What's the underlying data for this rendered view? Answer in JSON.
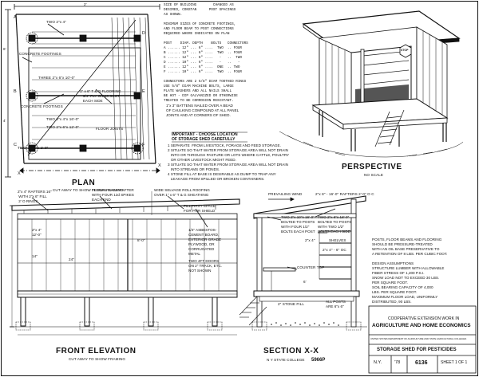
{
  "views": {
    "plan": {
      "title": "PLAN",
      "subtitle": "CUT AWAY TO SHOW FLOOR FRAMING"
    },
    "perspective": {
      "title": "PERSPECTIVE",
      "subtitle": "NO SCALE",
      "sign": "STOP"
    },
    "front_elevation": {
      "title": "FRONT ELEVATION",
      "subtitle": "CUT AWAY TO SHOW FRAMING"
    },
    "section": {
      "title": "SECTION X-X",
      "subtitle": "N Y STATE COLLEGE",
      "code": "5966P"
    }
  },
  "plan_labels": {
    "dim_a": "A",
    "dim_b": "B",
    "dim_c": "C",
    "dim_d": "D",
    "dim_e": "E",
    "dim_f": "F",
    "dim_x1": "X",
    "dim_x2": "X",
    "two_by_four": "TWO 2\"x 4\"",
    "concrete_footings": "CONCRETE FOOTINGS",
    "three_2x6": "THREE 2\"x 6\"x 10'-0\"",
    "two_2x6": "TWO 2\"x 6\"x 1'-0\"",
    "tg_flooring": "1\" x 6\" T & G FLOORING\n   3/4\" PLY ON 16 SCOT\n   EACH SIDE",
    "two_2x4_16": "TWO 2\"x 4\"x 16'-0\"",
    "two_2x6_12": "TWO 2\"x 6\"x 12'-0\"",
    "floor_joists": "FLOOR JOISTS",
    "dim_6": "6'",
    "dim_4": "4'",
    "dim_2": "2'"
  },
  "spec_note": "SIZE OF BUILDING        CHANGED AS\nDESIRED, CONSTAN      POST SPACINGS\nAS SHOWN.\n\nMINIMUM SIZES OF CONCRETE FOOTINGS,\nAND FLOOR BEAM TO POST CONNECTIONS\nREQUIRED WHERE INDICATED ON PLAN\n\nPOST    DIAM. DEPTH    BOLTS   CONNECTORS\nA ...... 12\" ... 6\" ....  TWO  .. FOUR\nB ...... 12\" ... 6\" ....  TWO  .. FOUR\nC ...... 12\" ... 6\" ....   -   ..  TWO\nD ...... 10\" ... 6\" ....   -   ..   -\nE ...... 12\" ... 6\" ....  ONE  .. TWO\nF ...... 10\" ... 6\" ....  TWO  .. FOUR\n\nCONNECTORS ARE 2 5/8\" DIAM TOOTHED RINGS\nUSE 5/8\" DIAM MACHINE BOLTS, LARGE\nPLATE WASHERS AND ALL NAILS SHALL\nBE HOT - DIP GALVANIZED OR OTHERWISE\nTREATED TO BE CORROSION RESISTANT.",
  "batten_note": "1\"x 3\" BATTENS NAILED OVER A BEAD\nOF CAULKING COMPOUND AT ALL PANEL\nJOINTS AND AT CORNERS OF SHED.",
  "location_note": {
    "heading": "IMPORTANT - CHOOSE LOCATION\nOF STORAGE SHED CAREFULLY",
    "body": "1 SEPARATE  FROM LIVESTOCK, FORAGE AND FEED STORAGE.\n2 SITUATE SO THAT WATER FROM STORAGE AREA WILL NOT DRAIN\n   INTO OR THROUGH PASTURE OR LOTS WHERE CATTLE, POULTRY\n   OR OTHER LIVESTOCK MIGHT FEED.\n3 SITUATE SO THAT WATER FROM STORAGE AREA WILL NOT DRAIN\n   INTO STREAMS OR PONDS.\n4 STONE FILL AT BASE IS DESIRABLE AS DUMP TO TRAP ANY\n   LEAKAGE FROM SPILLED OR BROKEN CONTAINERS."
  },
  "elevation_labels": {
    "rafters": "2\"x 4\" RAFTERS 16\"\n WITH 2\"x 6\" FILL\n 2' O RINGS",
    "roll_roofing": "WIDE SELVAGE ROLL ROOFING\nOVER 1\" x 6\" T & G SHEATHING",
    "fill_space": "FILL FIRST SPACE\nFOR PAIR SHIELD",
    "cement_board": "1/4\" ASBESTOS-\nCEMENT BOARD,\nEXTERIOR GRADE\nPLYWOOD, OR\nCORRUGATED\nMETAL",
    "two_doors": "TWO 4FT DOORS\nON 2\" TRACK, ETC.\nNOT SHOWN",
    "dim_8ft": "8'-0\"",
    "dim_14": "14\"",
    "dim_2x4_12": "2\"x 4\"\n12'-0\"",
    "tee_nail": "TEENAIL EACH RAFTER\nWITH FOUR 12d SPIKES\nEACH END",
    "dim_24": "24\""
  },
  "section_labels": {
    "prevailing_wind": "PREVAILING WIND",
    "rafters_note": "2\"x 8\" - 16'-0\" RAFTERS 2'-0\" O C",
    "two_2x10": "TWO 2\"x 10\"x 16'-0\"\nBOLTED TO POSTS\nWITH FOUR 1/2\"\nBOLTS EACH POST",
    "two_2x6_18": "TWO 2\"x 6\"x 18'-0\"\nBOLTED TO POSTS\nWITH TWO 1/2\"\nBOLTS EACH SIDE",
    "shelves": "SHELVES",
    "counter_top": "COUNTER TOP",
    "stone_fill": "2\" STONE FILL",
    "all_posts": "ALL POSTS\nARE 6\"x 6\"",
    "shelf_2x4": "2\"x 4\" - 6\" OC",
    "dim_2x4": "2\"x 4\"",
    "dim_6": "6'"
  },
  "design_note": "POSTS, FLOOR BEAMS AND FLOORING\nSHOULD BE PRESSURE-TREATED\nWITH AN OIL BASE PRESERVATIVE TO\nA RETENTION OF 8 LBS. PER CUBIC FOOT.\n\nDESIGN ASSUMPTIONS\nSTRUCTURE LUMBER WITH ALLOWABLE\nFIBER STRESS OF 1,200 P.S.I.\nSNOW LOAD NOT TO EXCEED 30 LBS.\nPER SQUARE FOOT.\nSOIL BEARING CAPACITY OF 4,000\nLBS. PER SQUARE FOOT.\nMAXIMUM FLOOR LOAD, UNIFORMLY\nDISTRIBUTED, 90 LBS.",
  "title_block": {
    "org_line1": "COOPERATIVE EXTENSION WORK IN",
    "org_line2": "AGRICULTURE AND HOME ECONOMICS",
    "org_line3": "UNITED STATES DEPARTMENT OF AGRICULTURE AND STATE AGRICULTURAL COLLEGES",
    "drawing_title": "STORAGE SHED FOR PESTICIDES",
    "state": "N.Y.",
    "year": "'78",
    "plan_no": "6136",
    "sheet": "SHEET 1 OF 1"
  }
}
